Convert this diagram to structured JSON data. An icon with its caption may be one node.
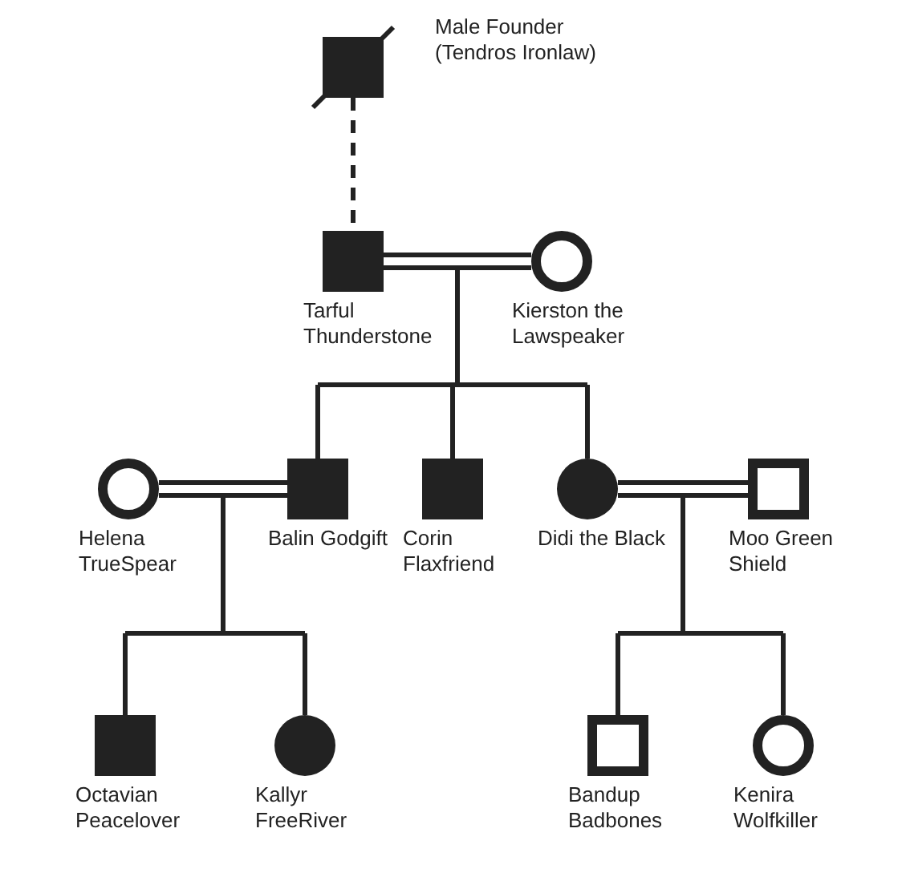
{
  "diagram": {
    "nodes": [
      {
        "text": [],
        "shape": "box",
        "beside": [
          "Male Founder (Tendros Ironlaw)"
        ]
      },
      {
        "text": [],
        "shape": "box",
        "beside": [
          "Tarful Thunderstone"
        ]
      },
      {
        "text": [],
        "shape": "circle",
        "beside": [
          "Kierston the Lawspeaker"
        ]
      },
      {
        "text": [],
        "shape": "circle",
        "beside": [
          "Helena TrueSpear"
        ]
      },
      {
        "text": [],
        "shape": "box",
        "beside": [
          "Balin Godgift"
        ]
      },
      {
        "text": [],
        "shape": "box",
        "beside": [
          "Corin Flaxfriend"
        ]
      },
      {
        "text": [],
        "shape": "circle",
        "beside": [
          "Didi the Black"
        ]
      },
      {
        "text": [],
        "shape": "box",
        "beside": [
          "Moo Green Shield"
        ]
      },
      {
        "text": [],
        "shape": "box",
        "beside": [
          "Octavian Peacelover"
        ]
      },
      {
        "text": [],
        "shape": "circle",
        "beside": [
          "Kallyr FreeRiver"
        ]
      },
      {
        "text": [],
        "shape": "box",
        "beside": [
          "Bandup Badbones"
        ]
      },
      {
        "text": [],
        "shape": "circle",
        "beside": [
          "Kenira Wolfkiller"
        ]
      }
    ],
    "edges": [
      {
        "from": 0,
        "to": 1,
        "arrow": "none",
        "style": "dashed"
      },
      {
        "from": 1,
        "to": 2,
        "arrow": "none"
      },
      {
        "from": 1,
        "to": 4,
        "arrow": "none"
      },
      {
        "from": 2,
        "to": 4,
        "arrow": "none"
      },
      {
        "from": 1,
        "to": 5,
        "arrow": "none"
      },
      {
        "from": 2,
        "to": 5,
        "arrow": "none"
      },
      {
        "from": 1,
        "to": 6,
        "arrow": "none"
      },
      {
        "from": 2,
        "to": 6,
        "arrow": "none"
      },
      {
        "from": 3,
        "to": 4,
        "arrow": "none"
      },
      {
        "from": 6,
        "to": 7,
        "arrow": "none"
      },
      {
        "from": 3,
        "to": 8,
        "arrow": "none"
      },
      {
        "from": 4,
        "to": 8,
        "arrow": "none"
      },
      {
        "from": 3,
        "to": 9,
        "arrow": "none"
      },
      {
        "from": 4,
        "to": 9,
        "arrow": "none"
      },
      {
        "from": 6,
        "to": 10,
        "arrow": "none"
      },
      {
        "from": 7,
        "to": 10,
        "arrow": "none"
      },
      {
        "from": 6,
        "to": 11,
        "arrow": "none"
      },
      {
        "from": 7,
        "to": 11,
        "arrow": "none"
      }
    ]
  }
}
